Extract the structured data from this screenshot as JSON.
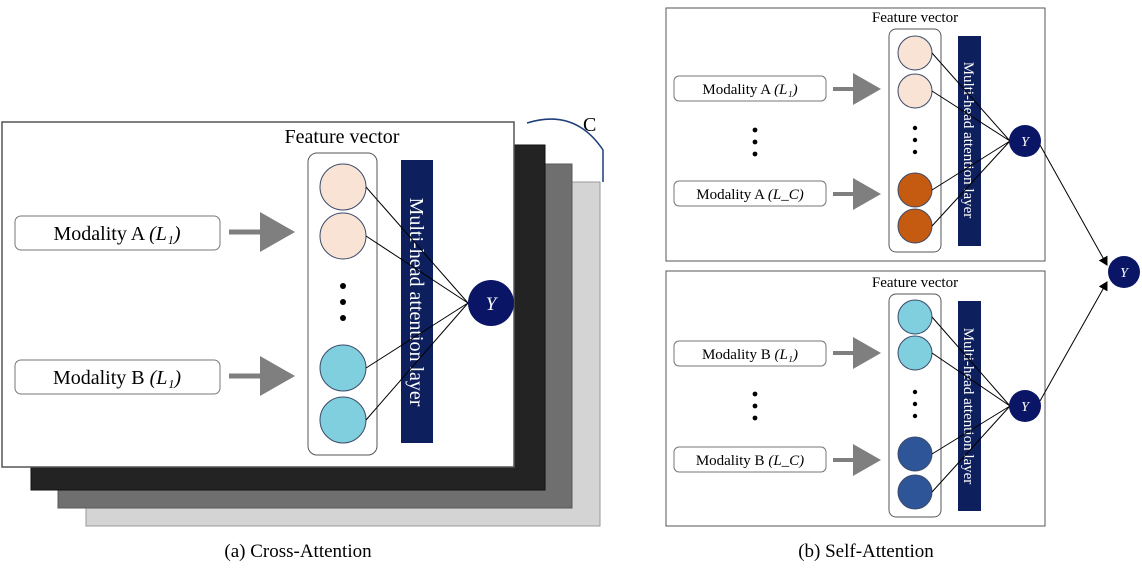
{
  "cross_attention": {
    "caption": "(a) Cross-Attention",
    "stack_label": "C",
    "feature_vector_title": "Feature vector",
    "attention_layer_label": "Multi-head attention layer",
    "output_label": "Y",
    "modality_a": "Modality A",
    "modality_a_sub": "(L₁)",
    "modality_b": "Modality B",
    "modality_b_sub": "(L₁)",
    "colors": {
      "modality_a_node": "#f9e3d5",
      "modality_b_node": "#7fcfdf",
      "attention_layer": "#0d1f5c",
      "output_node": "#0a1566"
    }
  },
  "self_attention": {
    "caption": "(b) Self-Attention",
    "final_output_label": "Y",
    "top": {
      "feature_vector_title": "Feature vector",
      "attention_layer_label": "Multi-head attention layer",
      "output_label": "Y",
      "input_first": "Modality A",
      "input_first_sub": "(L₁)",
      "input_last": "Modality A",
      "input_last_sub": "(L_C)",
      "colors": {
        "first_nodes": "#f9e3d5",
        "last_nodes": "#c55a11"
      }
    },
    "bottom": {
      "feature_vector_title": "Feature vector",
      "attention_layer_label": "Multi-head attention layer",
      "output_label": "Y",
      "input_first": "Modality B",
      "input_first_sub": "(L₁)",
      "input_last": "Modality B",
      "input_last_sub": "(L_C)",
      "colors": {
        "first_nodes": "#7fcfdf",
        "last_nodes": "#2e5597"
      }
    }
  }
}
